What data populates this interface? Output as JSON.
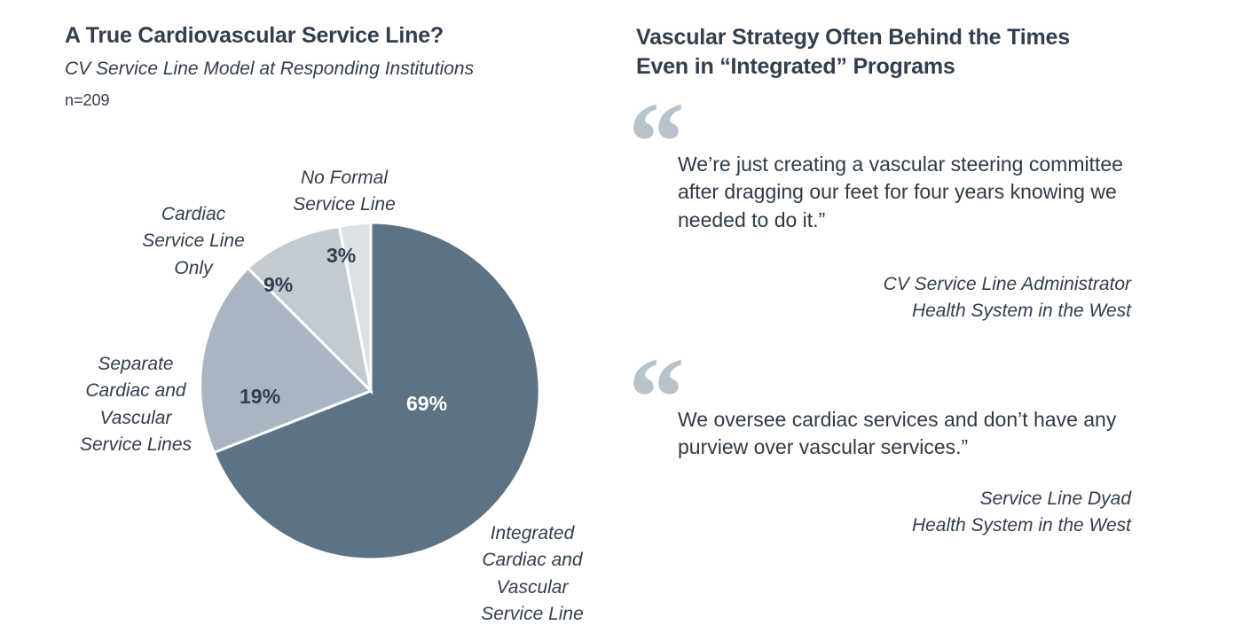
{
  "left": {
    "title": "A True Cardiovascular Service Line?",
    "subtitle": "CV Service Line Model at Responding Institutions",
    "sample_size": "n=209"
  },
  "right": {
    "title": "Vascular Strategy Often Behind the Times\nEven in “Integrated” Programs",
    "quotes": [
      {
        "mark": "“",
        "text": "We’re just creating a vascular steering committee after dragging our feet for four years knowing we needed to do it.”",
        "attribution": "CV Service Line Administrator\nHealth System in the West"
      },
      {
        "mark": "“",
        "text": "We oversee cardiac services and don’t have any purview over vascular services.”",
        "attribution": "Service Line Dyad\nHealth System in the West"
      }
    ]
  },
  "chart_data": {
    "type": "pie",
    "title": "A True Cardiovascular Service Line?",
    "subtitle": "CV Service Line Model at Responding Institutions",
    "annotation": "n=209",
    "n": 209,
    "start_angle_deg": 0,
    "direction": "clockwise",
    "legend": "none (direct callout labels)",
    "categories": [
      "Integrated Cardiac and Vascular Service Line",
      "Separate Cardiac and Vascular Service Lines",
      "Cardiac Service Line Only",
      "No Formal Service Line"
    ],
    "values": [
      69,
      19,
      9,
      3
    ],
    "value_labels": [
      "69%",
      "19%",
      "9%",
      "3%"
    ],
    "callout_labels": [
      "Integrated\nCardiac and\nVascular\nService Line",
      "Separate\nCardiac and\nVascular\nService Lines",
      "Cardiac\nService Line\nOnly",
      "No Formal\nService Line"
    ],
    "colors": [
      "#5d7384",
      "#a9b5c0",
      "#c2cbd2",
      "#dce1e5"
    ],
    "label_colors": [
      "#ffffff",
      "#323e4e",
      "#323e4e",
      "#323e4e"
    ],
    "slice_border_color": "#ffffff",
    "units": "percent"
  },
  "theme": {
    "background": "#ffffff",
    "heading_color": "#323e4e",
    "body_color": "#2e3a47",
    "quote_mark_color": "#b6c2cc"
  }
}
